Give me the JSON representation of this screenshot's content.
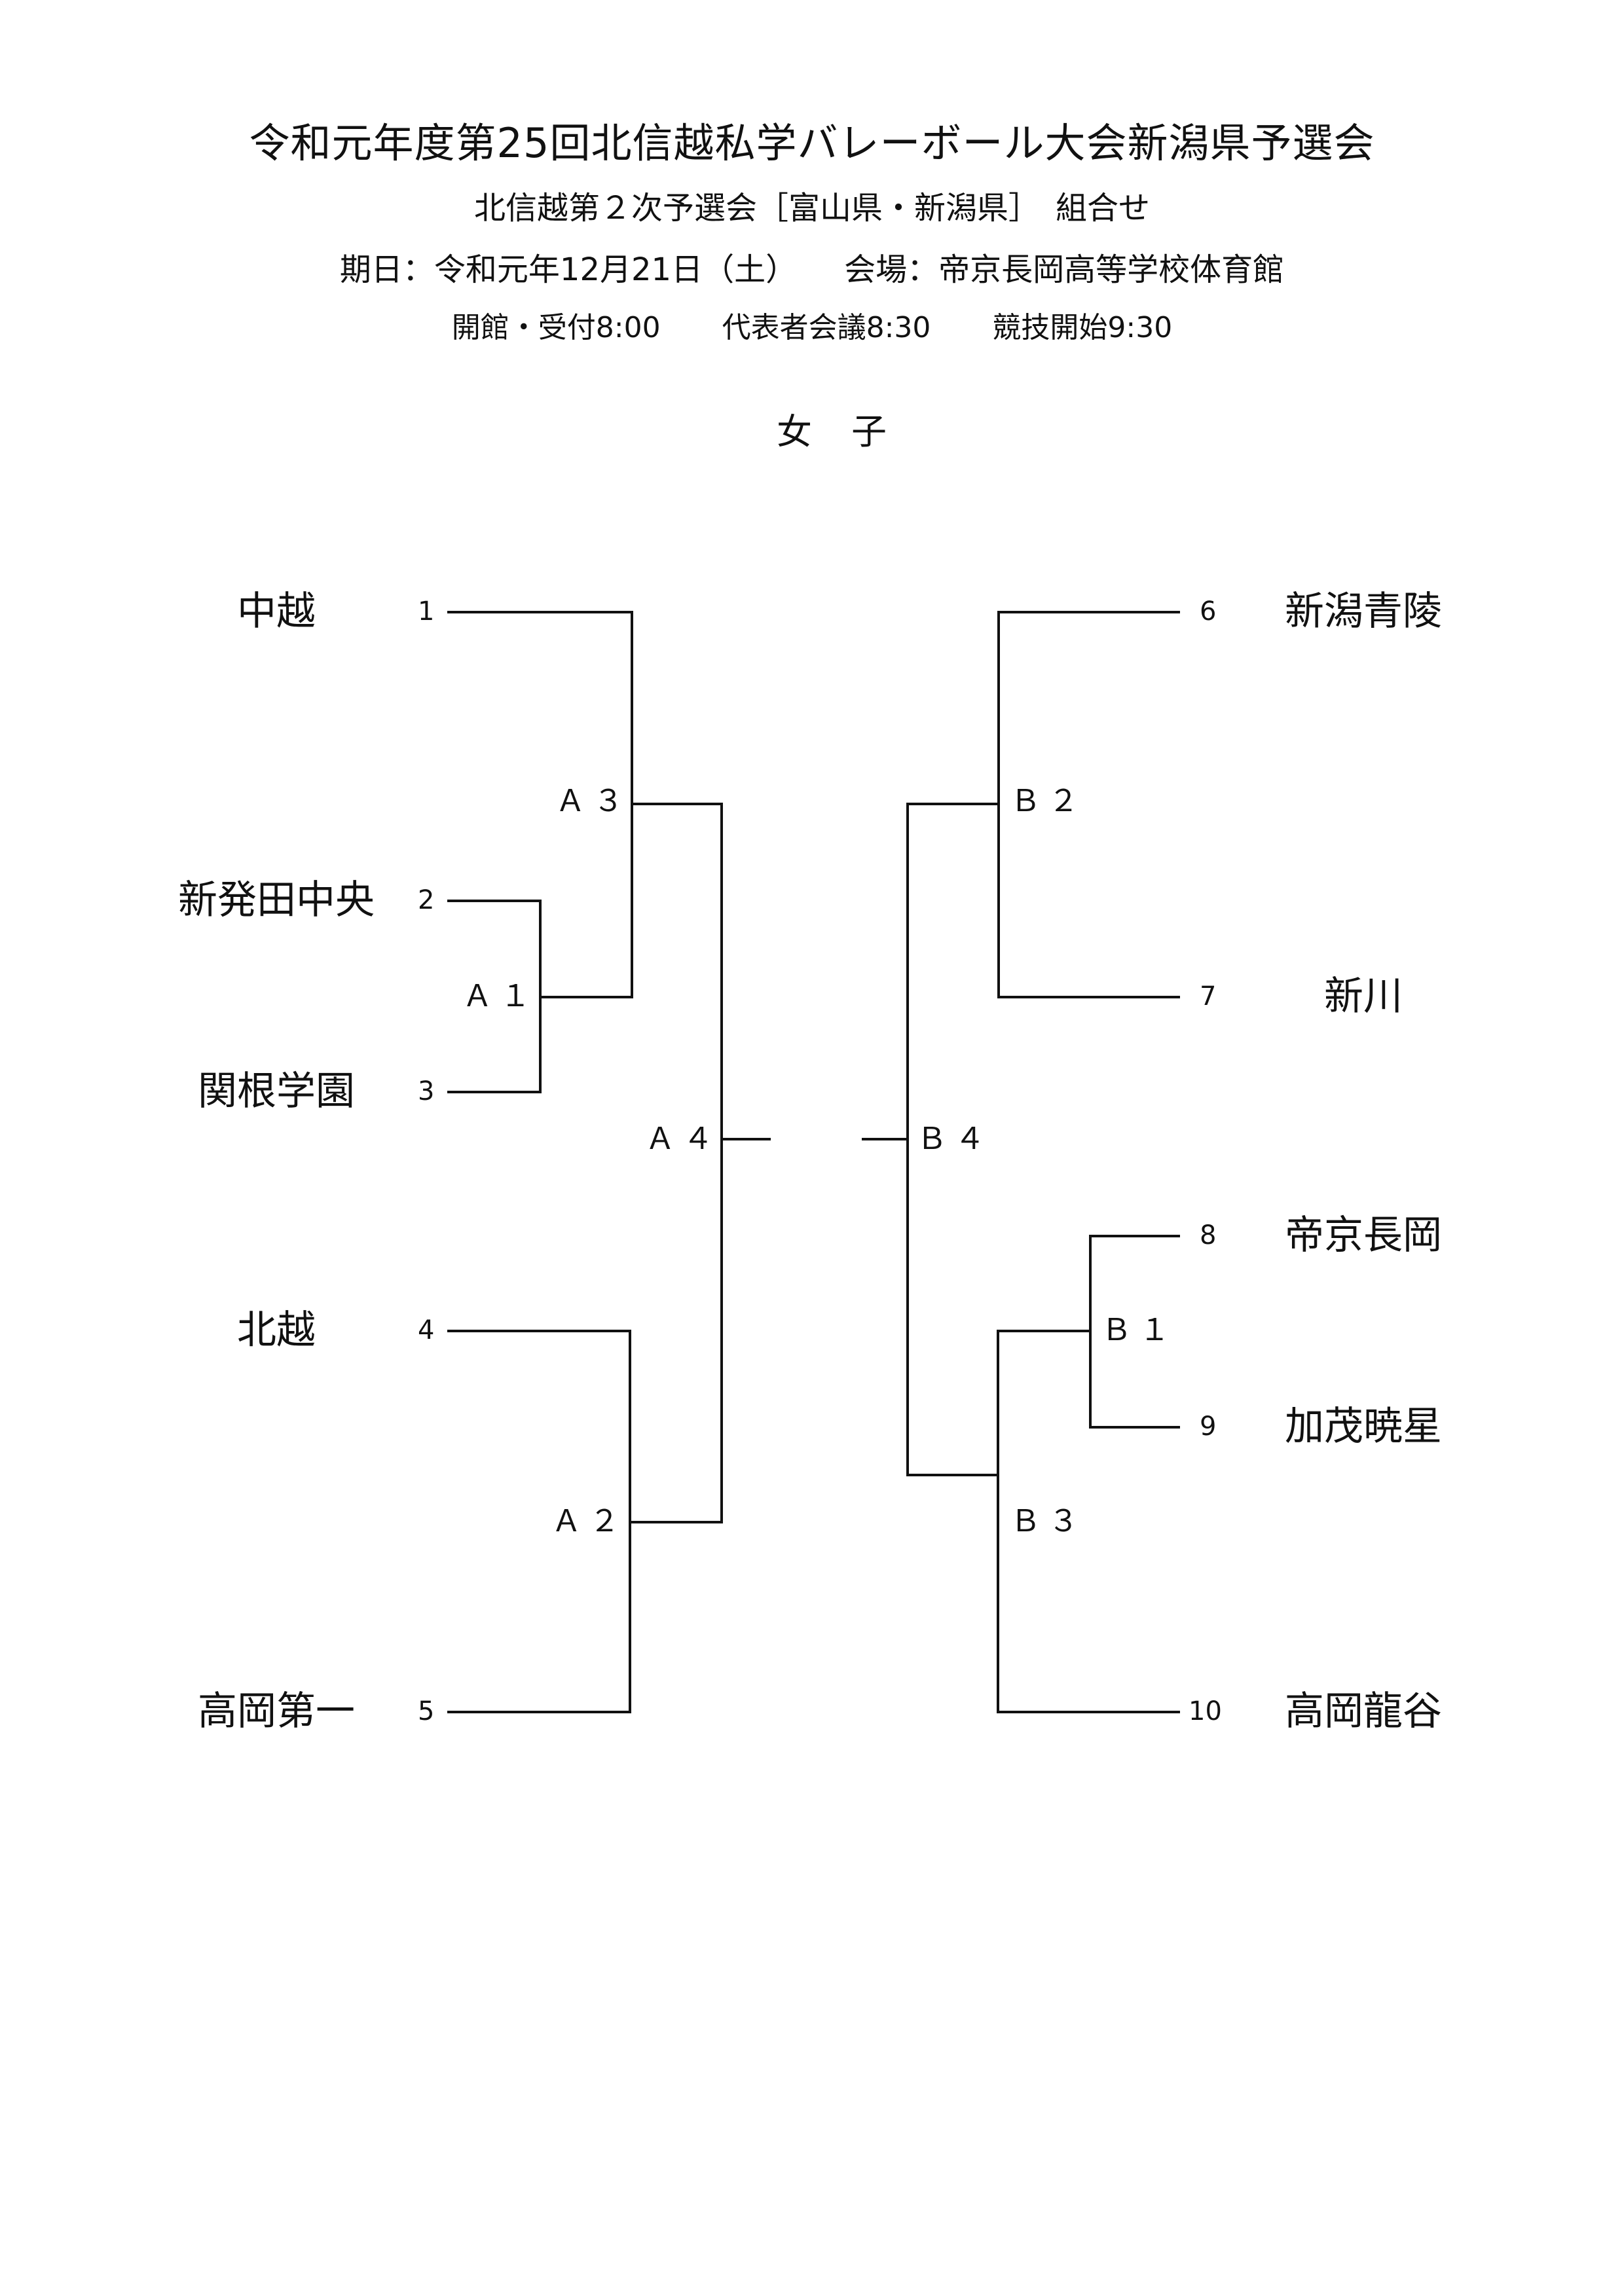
{
  "header": {
    "title": "令和元年度第25回北信越私学バレーボール大会新潟県予選会",
    "subtitle": "北信越第２次予選会［富山県・新潟県］　組合せ",
    "date_venue": "期日：令和元年12月21日（土）　　会場：帝京長岡高等学校体育館",
    "schedule": {
      "open": "開館・受付8:00",
      "meeting": "代表者会議8:30",
      "start": "競技開始9:30"
    },
    "category": "女子"
  },
  "bracket": {
    "left_teams": [
      {
        "seed": "1",
        "name": "中越"
      },
      {
        "seed": "2",
        "name": "新発田中央"
      },
      {
        "seed": "3",
        "name": "関根学園"
      },
      {
        "seed": "4",
        "name": "北越"
      },
      {
        "seed": "5",
        "name": "高岡第一"
      }
    ],
    "right_teams": [
      {
        "seed": "6",
        "name": "新潟青陵"
      },
      {
        "seed": "7",
        "name": "新川"
      },
      {
        "seed": "8",
        "name": "帝京長岡"
      },
      {
        "seed": "9",
        "name": "加茂暁星"
      },
      {
        "seed": "10",
        "name": "高岡龍谷"
      }
    ],
    "matches": {
      "a1": "Ａ１",
      "a2": "Ａ２",
      "a3": "Ａ３",
      "a4": "Ａ４",
      "b1": "Ｂ１",
      "b2": "Ｂ２",
      "b3": "Ｂ３",
      "b4": "Ｂ４"
    }
  }
}
